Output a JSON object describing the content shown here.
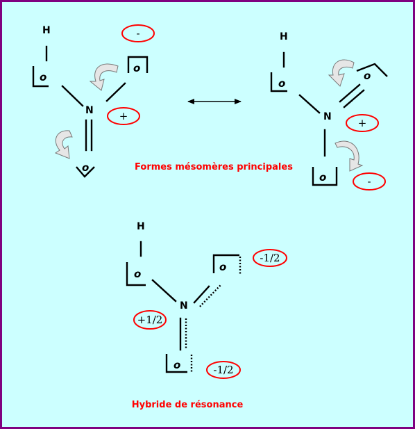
{
  "atoms": {
    "H": "H",
    "O": "o",
    "N": "N"
  },
  "charges": {
    "minus": "-",
    "plus": "+",
    "minus_half": "-1/2",
    "plus_half": "+1/2"
  },
  "captions": {
    "main_forms": "Formes mésomères principales",
    "hybrid": "Hybride de résonance"
  },
  "colors": {
    "background": "#ccffff",
    "border": "#800080",
    "accent": "#ff0000"
  }
}
